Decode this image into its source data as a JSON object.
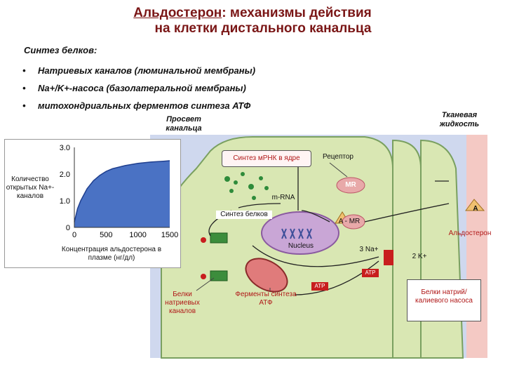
{
  "title": {
    "line1_link": "Альдостерон",
    "line1_rest": ": механизмы действия",
    "line2": "на клетки дистального канальца"
  },
  "intro": "Синтез белков:",
  "bullets": [
    "Натриевых каналов (люминальной мембраны)",
    "Na+/K+-насоса (базолатеральной мембраны)",
    "митохондриальных ферментов синтеза АТФ"
  ],
  "labels": {
    "lumen": "Просвет канальца",
    "tissue": "Тканевая жидкость",
    "mrna_synthesis": "Синтез мРНК в ядре",
    "receptor": "Рецептор",
    "mr": "MR",
    "a": "A",
    "a_mr": "A - MR",
    "mrna": "m-RNA",
    "protein_synthesis": "Синтез белков",
    "nucleus": "Nucleus",
    "aldosterone": "Альдостерон",
    "na3": "3 Na+",
    "k2": "2 K+",
    "atp": "ATP",
    "na_channel_proteins": "Белки натриевых каналов",
    "mito_enzymes": "Ферменты синтеза АТФ",
    "pump_proteins": "Белки натрий/калиевого насоса"
  },
  "chart_data": {
    "type": "line",
    "ylabel": "Количество открытых Na+-каналов",
    "xlabel": "Концентрация альдостерона в плазме (нг/дл)",
    "x_ticks": [
      "0",
      "500",
      "1000",
      "1500"
    ],
    "y_ticks": [
      "0",
      "1.0",
      "2.0",
      "3.0"
    ],
    "xlim": [
      0,
      1500
    ],
    "ylim": [
      0,
      3
    ],
    "series": [
      {
        "x": [
          0,
          50,
          100,
          200,
          300,
          400,
          500,
          600,
          800,
          1000,
          1200,
          1400,
          1500
        ],
        "y": [
          0.2,
          0.7,
          1.0,
          1.45,
          1.75,
          1.95,
          2.1,
          2.2,
          2.32,
          2.4,
          2.45,
          2.48,
          2.5
        ]
      }
    ],
    "colors": {
      "fill": "#4a72c4",
      "line": "#1f3f8f"
    }
  }
}
